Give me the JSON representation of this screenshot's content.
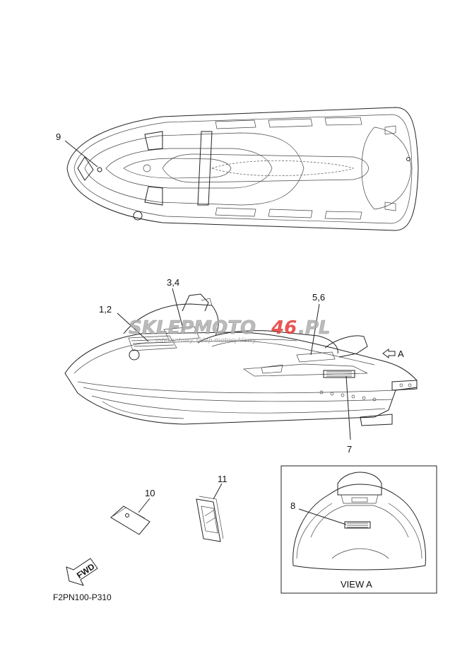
{
  "callouts": {
    "c1": "1,2",
    "c3": "3,4",
    "c5": "5,6",
    "c7": "7",
    "c8": "8",
    "c9": "9",
    "c10": "10",
    "c11": "11"
  },
  "view_a_arrow_label": "A",
  "view_a_caption": "VIEW A",
  "fwd_label": "FWD",
  "part_code": "F2PN100-P310",
  "watermark": {
    "main_left": "SKLEPMOTO",
    "main_right": "46",
    "main_suffix": ".PL",
    "sub": "internetowy sklep motocyklowy",
    "accent_color": "#e53935"
  }
}
